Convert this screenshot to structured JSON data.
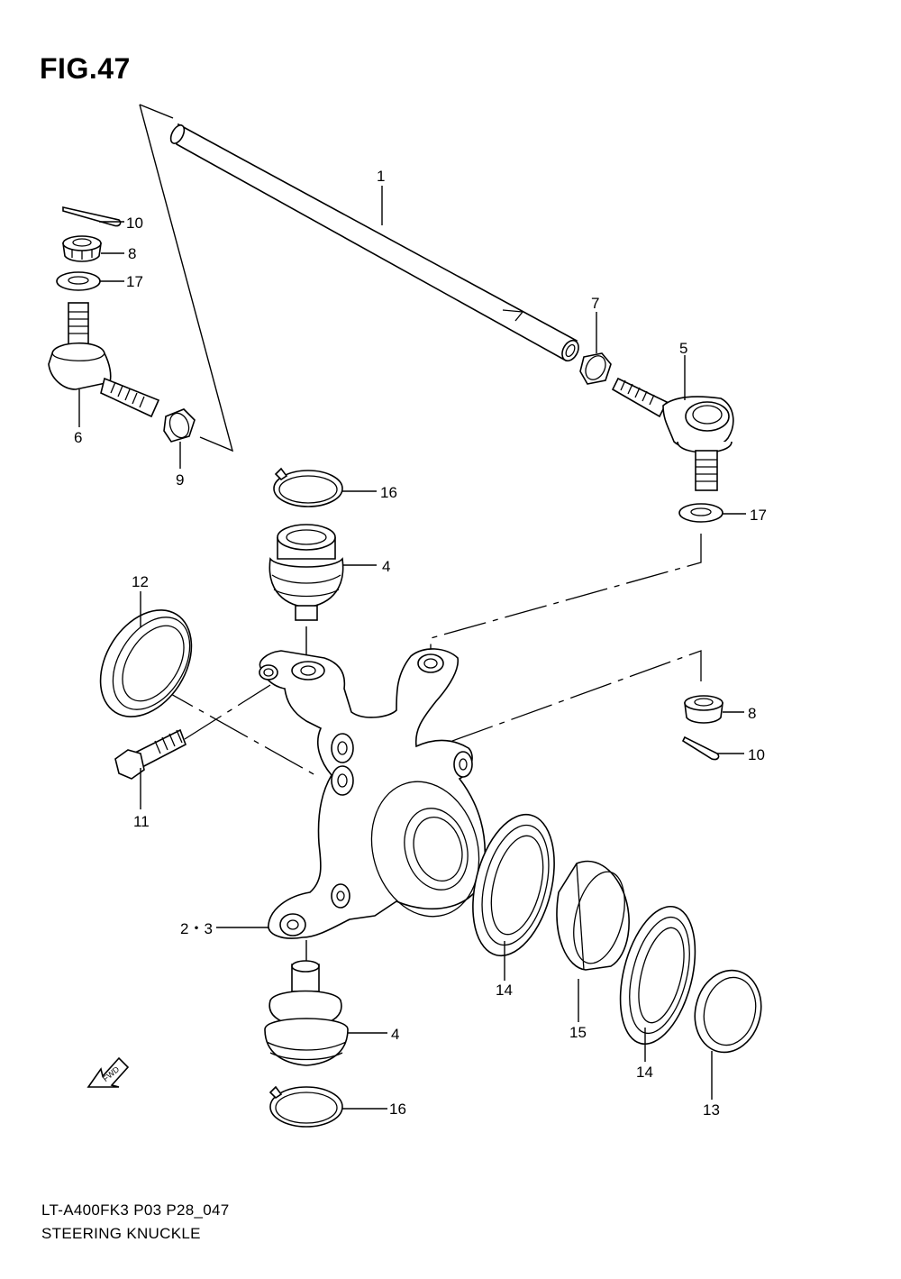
{
  "figure": {
    "title": "FIG.47"
  },
  "footer": {
    "model_code": "LT-A400FK3 P03 P28_047",
    "part_name": "STEERING KNUCKLE"
  },
  "fwd_label": "FWD",
  "callouts": {
    "c1": "1",
    "c23": "2・3",
    "c4a": "4",
    "c4b": "4",
    "c5": "5",
    "c6": "6",
    "c7": "7",
    "c8a": "8",
    "c8b": "8",
    "c9": "9",
    "c10a": "10",
    "c10b": "10",
    "c11": "11",
    "c12": "12",
    "c13": "13",
    "c14a": "14",
    "c14b": "14",
    "c15": "15",
    "c16a": "16",
    "c16b": "16",
    "c17a": "17",
    "c17b": "17"
  }
}
